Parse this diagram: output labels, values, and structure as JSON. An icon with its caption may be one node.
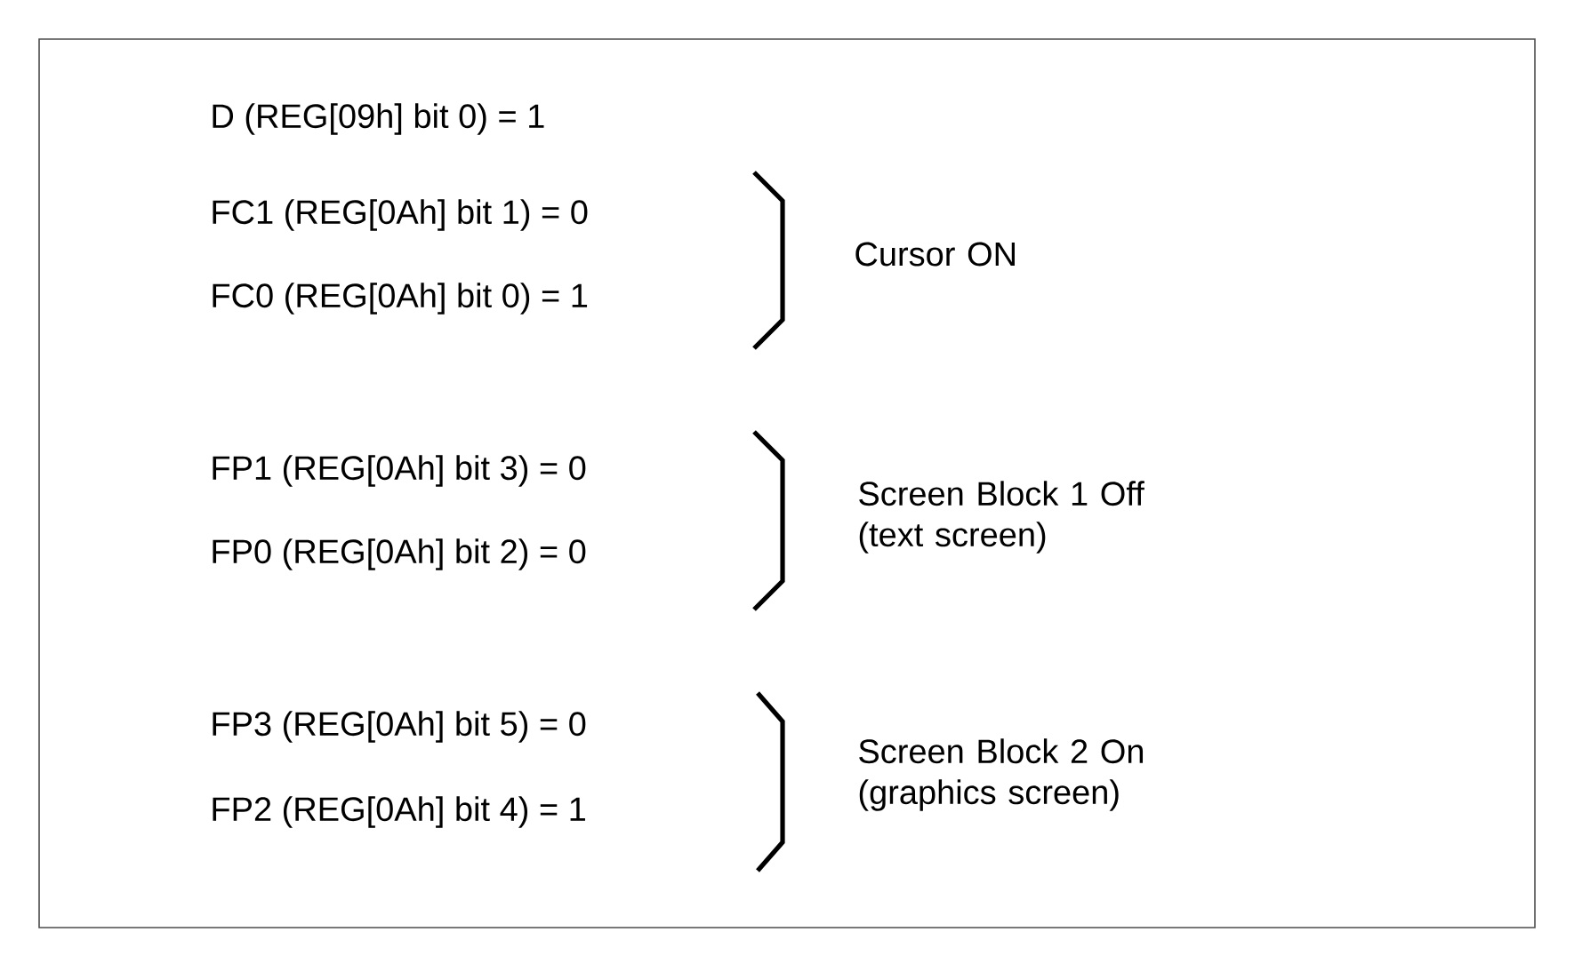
{
  "diagram": {
    "labels": [
      "D (REG[09h] bit 0) = 1",
      "FC1 (REG[0Ah] bit 1) = 0",
      "Cursor ON",
      "FC0 (REG[0Ah] bit 0) = 1",
      "FP1  (REG[0Ah] bit 3) = 0",
      "Screen Block 1 Off (text screen)",
      "FP0  (REG[0Ah] bit 2) = 0",
      "FP3  (REG[0Ah] bit 5) = 0",
      "Screen Block 2 On (graphics screen)",
      "FP2  (REG[0Ah] bit 4) = 1"
    ]
  }
}
